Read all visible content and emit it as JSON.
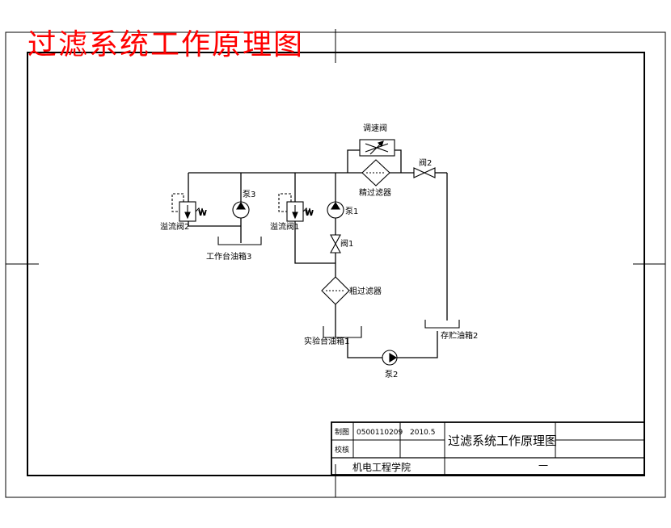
{
  "title": "过滤系统工作原理图",
  "components": {
    "speed_valve": "调速阀",
    "fine_filter": "精过滤器",
    "valve2": "阀2",
    "pump3": "泵3",
    "relief_valve2": "溢流阀2",
    "relief_valve1": "溢流阀1",
    "pump1": "泵1",
    "valve1": "阀1",
    "work_tank3": "工作台油箱3",
    "coarse_filter": "粗过滤器",
    "test_tank1": "实验台油箱1",
    "storage_tank2": "存贮油箱2",
    "pump2": "泵2",
    "spring_w1": "W",
    "spring_w2": "W"
  },
  "title_block": {
    "drawn_label": "制图",
    "drawn_id": "0500110209",
    "date": "2010.5",
    "checked_label": "校核",
    "drawing_title": "过滤系统工作原理图",
    "school": "机电工程学院",
    "sheet_no": "一"
  }
}
